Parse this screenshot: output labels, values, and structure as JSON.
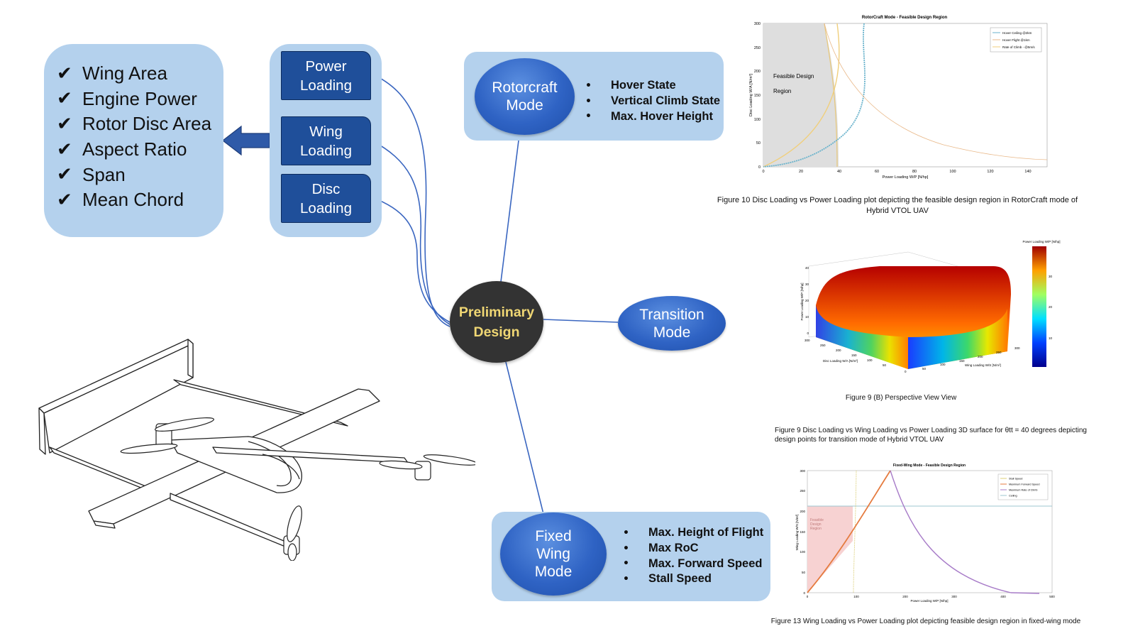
{
  "parameters": [
    "Wing Area",
    "Engine Power",
    "Rotor Disc Area",
    "Aspect Ratio",
    "Span",
    "Mean Chord"
  ],
  "loadings": {
    "power": [
      "Power",
      "Loading"
    ],
    "wing": [
      "Wing",
      "Loading"
    ],
    "disc": [
      "Disc",
      "Loading"
    ]
  },
  "center": [
    "Preliminary",
    "Design"
  ],
  "rotorcraft": {
    "label": [
      "Rotorcraft",
      "Mode"
    ],
    "bullets": [
      "Hover State",
      "Vertical Climb State",
      "Max. Hover Height"
    ]
  },
  "transition": {
    "label": [
      "Transition",
      "Mode"
    ]
  },
  "fixed_wing": {
    "label": [
      "Fixed",
      "Wing",
      "Mode"
    ],
    "bullets": [
      "Max. Height of Flight",
      "Max RoC",
      "Max. Forward Speed",
      "Stall Speed"
    ]
  },
  "colors": {
    "panel": "#b4d1ed",
    "box": "#1f4f9a",
    "bubble": "#2f63c4",
    "center": "#333333",
    "center_text": "#f0d774",
    "connector": "#3a66c0"
  },
  "figures": {
    "rotorcraft": {
      "title": "RotorCraft Mode - Feasible Design Region",
      "region_label": [
        "Feasible Design",
        "Region"
      ],
      "legend": [
        "Hover Ceiling @2km",
        "Hover Flight @1km",
        "Rate of Climb - @5m/s"
      ],
      "xlabel": "Power Loading W/P [N/hp]",
      "ylabel": "Disc Loading W/A [N/m²]",
      "xticks": [
        "0",
        "20",
        "40",
        "60",
        "80",
        "100",
        "120",
        "140"
      ],
      "yticks": [
        "0",
        "50",
        "100",
        "150",
        "200",
        "250",
        "300"
      ],
      "caption": [
        "Figure 10 Disc Loading vs Power Loading plot depicting the feasible design region in RotorCraft mode of",
        "Hybrid VTOL UAV"
      ]
    },
    "surface": {
      "colorbar_title": "Power Loading W/P [N/hp]",
      "colorbar_ticks": [
        "30",
        "20",
        "10"
      ],
      "zlabel": "Power Loading W/P [N/hp]",
      "zticks": [
        "40",
        "30",
        "20",
        "10",
        "0"
      ],
      "xlabel": "Disc Loading W/A [N/m²]",
      "xticks": [
        "300",
        "250",
        "200",
        "150",
        "100",
        "50"
      ],
      "ylabel": "Wing Loading W/S [N/m²]",
      "yticks": [
        "0",
        "50",
        "100",
        "150",
        "200",
        "250",
        "300"
      ],
      "subcaption": "Figure 9 (B) Perspective View View",
      "caption": [
        "Figure 9 Disc Loading vs Wing Loading vs Power Loading 3D surface for θtt = 40 degrees depicting",
        "design points for transition mode of Hybrid VTOL UAV"
      ]
    },
    "fixed_wing": {
      "title": "Fixed-Wing Mode - Feasible Design Region",
      "region_label": [
        "Feasible",
        "Design",
        "Region"
      ],
      "legend": [
        "Stall Speed",
        "Maximum Forward Speed",
        "Maximum Rate of Climb",
        "Ceiling"
      ],
      "xlabel": "Power Loading W/P [N/hp]",
      "ylabel": "Wing Loading W/S [N/m²]",
      "xticks": [
        "0",
        "100",
        "200",
        "300",
        "400",
        "500"
      ],
      "yticks": [
        "0",
        "50",
        "100",
        "150",
        "200",
        "250",
        "300"
      ],
      "caption": "Figure 13 Wing Loading vs Power Loading plot depicting feasible design region in fixed-wing mode"
    }
  }
}
